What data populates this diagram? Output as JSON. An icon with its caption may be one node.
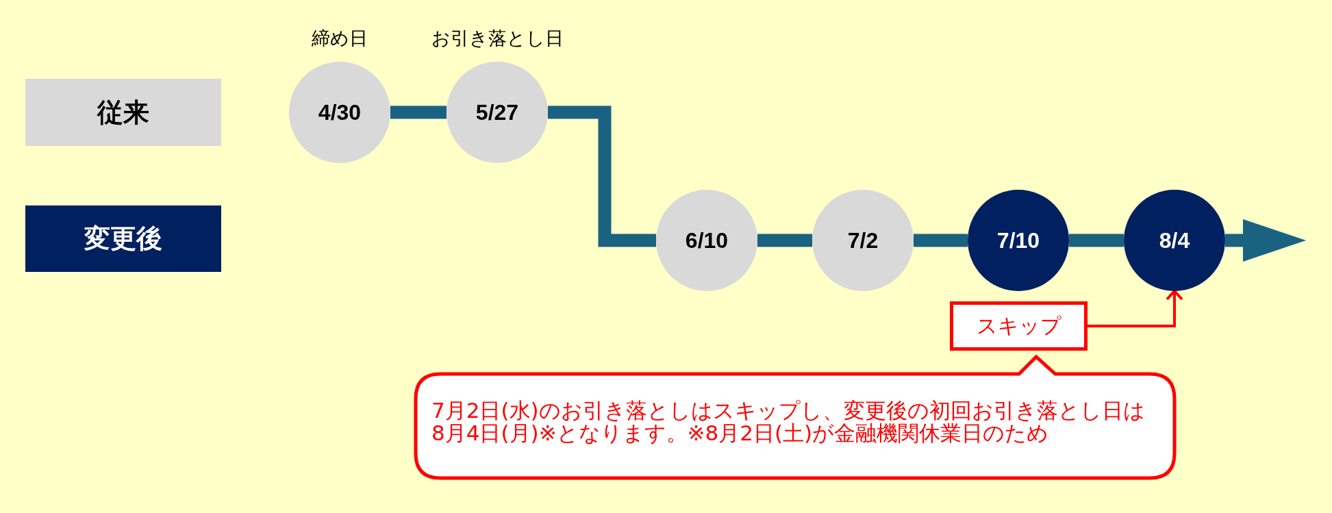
{
  "diagram": {
    "nodes": [
      {
        "text": [
          "従来"
        ]
      },
      {
        "text": [
          "変更後"
        ]
      },
      {
        "text": [
          "4/30"
        ],
        "beside": [
          "締め日"
        ]
      },
      {
        "text": [
          "5/27"
        ],
        "beside": [
          "お引き落とし日"
        ]
      },
      {
        "text": [
          "6/10"
        ]
      },
      {
        "text": [
          "7/2"
        ]
      },
      {
        "text": [
          "7/10"
        ]
      },
      {
        "text": [
          "8/4"
        ]
      },
      {
        "text": [
          "スキップ"
        ]
      },
      {
        "text": [
          "7月2日(水)のお引き落としはスキップし、変更後の初回お引き落とし日は8月4日(月)※となります。※8月2日(土)が金融機関休業日のため"
        ]
      }
    ],
    "edges": [
      {
        "from": 2,
        "to": 3,
        "arrow": "none"
      },
      {
        "from": 3,
        "to": 4,
        "arrow": "none"
      },
      {
        "from": 4,
        "to": 5,
        "arrow": "none"
      },
      {
        "from": 5,
        "to": 6,
        "arrow": "none"
      },
      {
        "from": 6,
        "to": 7,
        "arrow": "none"
      },
      {
        "from": 7,
        "to": null,
        "arrow": "to"
      },
      {
        "from": 8,
        "to": 7,
        "arrow": "to",
        "color": "#ff0000"
      }
    ]
  }
}
